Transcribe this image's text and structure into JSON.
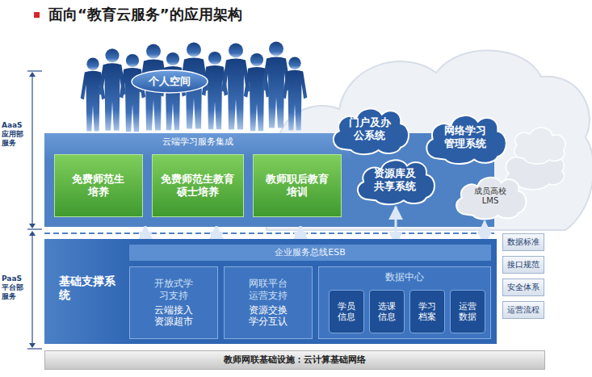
{
  "diagram": {
    "title": "面向“教育云服务”的应用架构",
    "nodes": [
      {
        "text": [
          "个人空间"
        ]
      },
      {
        "text": [
          "云端学习服务集成"
        ]
      },
      {
        "text": [
          "免费师范生培养"
        ],
        "in": 1
      },
      {
        "text": [
          "免费师范生教育硕士培养"
        ],
        "in": 1
      },
      {
        "text": [
          "教师职后教育培训"
        ],
        "in": 1
      },
      {
        "text": [
          "门户及办公系统"
        ]
      },
      {
        "text": [
          "网络学习管理系统"
        ]
      },
      {
        "text": [
          "资源库及共享系统"
        ]
      },
      {
        "text": [
          "成员高校LMS"
        ]
      },
      {
        "text": [
          "基础支撑系统"
        ]
      },
      {
        "text": [
          "企业服务总线ESB"
        ],
        "in": 9
      },
      {
        "text": [
          "开放式学习支持",
          "云端接入 资源超市"
        ],
        "in": 9
      },
      {
        "text": [
          "网联平台运营支持",
          "资源交换 学分互认"
        ],
        "in": 9
      },
      {
        "text": [
          "数据中心"
        ],
        "in": 9
      },
      {
        "text": [
          "学员信息"
        ],
        "in": 13
      },
      {
        "text": [
          "选课信息"
        ],
        "in": 13
      },
      {
        "text": [
          "学习档案"
        ],
        "in": 13
      },
      {
        "text": [
          "运营数据"
        ],
        "in": 13
      },
      {
        "text": [
          "数据标准"
        ]
      },
      {
        "text": [
          "接口规范"
        ]
      },
      {
        "text": [
          "安全体系"
        ]
      },
      {
        "text": [
          "运营流程"
        ]
      },
      {
        "text": [
          "教师网联基础设施：云计算基础网络"
        ]
      }
    ],
    "edges": [
      {
        "from": 1,
        "to": 10,
        "arrow": "both"
      },
      {
        "from": 1,
        "to": 10,
        "arrow": "both"
      },
      {
        "from": 1,
        "to": 10,
        "arrow": "both"
      },
      {
        "from": 7,
        "to": 10,
        "arrow": "both"
      },
      {
        "from": 8,
        "to": 10,
        "arrow": "both"
      }
    ],
    "labels": [
      "AaaS 应用部服务",
      "PaaS 平台部服务"
    ]
  }
}
